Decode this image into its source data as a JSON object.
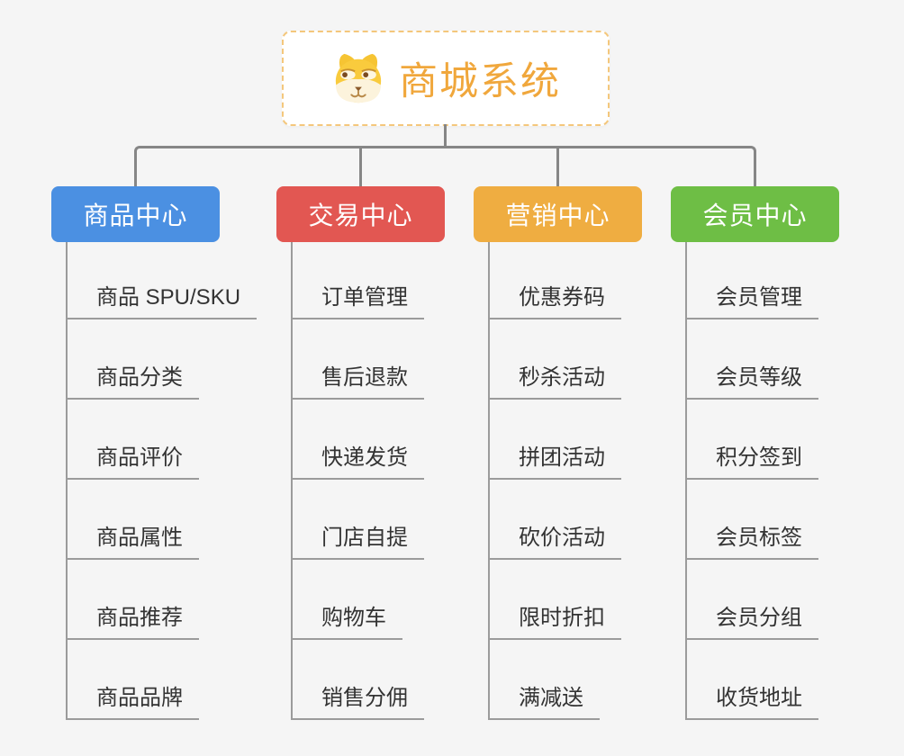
{
  "page": {
    "background_color": "#f5f5f5",
    "connector_color": "#868686",
    "branch_line_color": "#9b9b9b",
    "item_text_color": "#333333"
  },
  "root": {
    "title": "商城系统",
    "icon": "dog-icon",
    "title_color": "#f0a73c",
    "border_color": "#f4c77c"
  },
  "branches": [
    {
      "label": "商品中心",
      "color": "#4b90e2",
      "items": [
        "商品 SPU/SKU",
        "商品分类",
        "商品评价",
        "商品属性",
        "商品推荐",
        "商品品牌"
      ]
    },
    {
      "label": "交易中心",
      "color": "#e25752",
      "items": [
        "订单管理",
        "售后退款",
        "快递发货",
        "门店自提",
        "购物车",
        "销售分佣"
      ]
    },
    {
      "label": "营销中心",
      "color": "#efad41",
      "items": [
        "优惠券码",
        "秒杀活动",
        "拼团活动",
        "砍价活动",
        "限时折扣",
        "满减送"
      ]
    },
    {
      "label": "会员中心",
      "color": "#6ebe45",
      "items": [
        "会员管理",
        "会员等级",
        "积分签到",
        "会员标签",
        "会员分组",
        "收货地址"
      ]
    }
  ]
}
